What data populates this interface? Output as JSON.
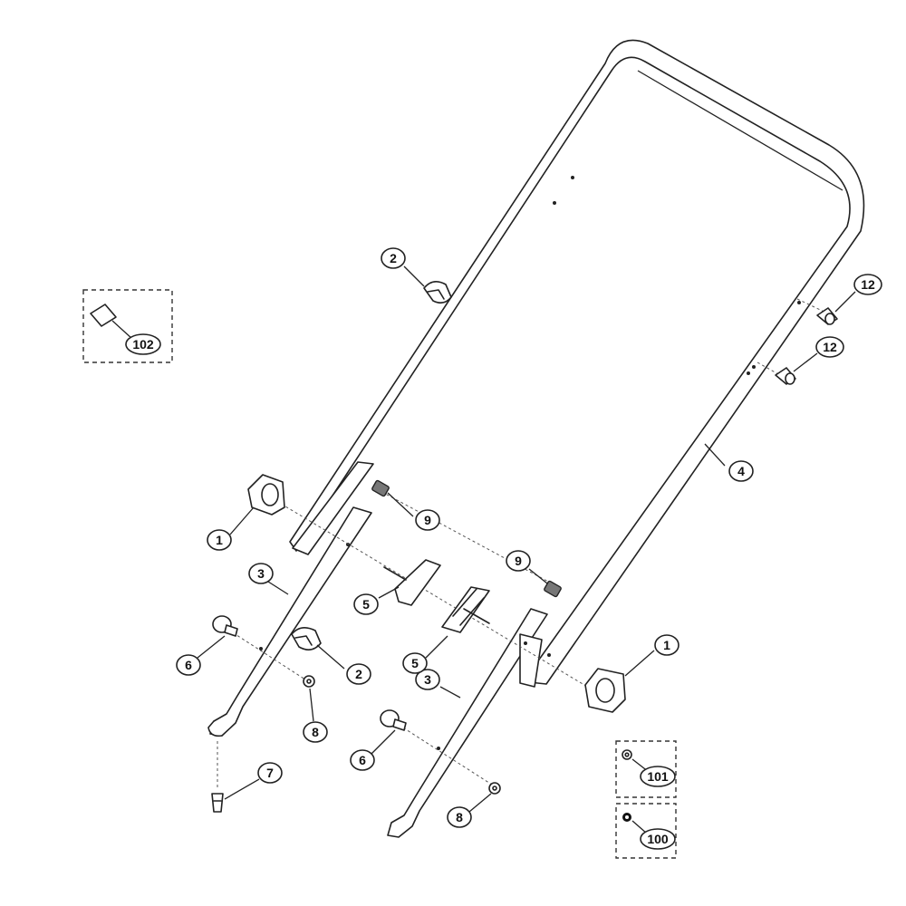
{
  "callouts": {
    "c1a": "1",
    "c1b": "1",
    "c2a": "2",
    "c2b": "2",
    "c3a": "3",
    "c3b": "3",
    "c4": "4",
    "c5a": "5",
    "c5b": "5",
    "c6a": "6",
    "c6b": "6",
    "c7": "7",
    "c8a": "8",
    "c8b": "8",
    "c9a": "9",
    "c9b": "9",
    "c12a": "12",
    "c12b": "12",
    "c100": "100",
    "c101": "101",
    "c102": "102"
  }
}
